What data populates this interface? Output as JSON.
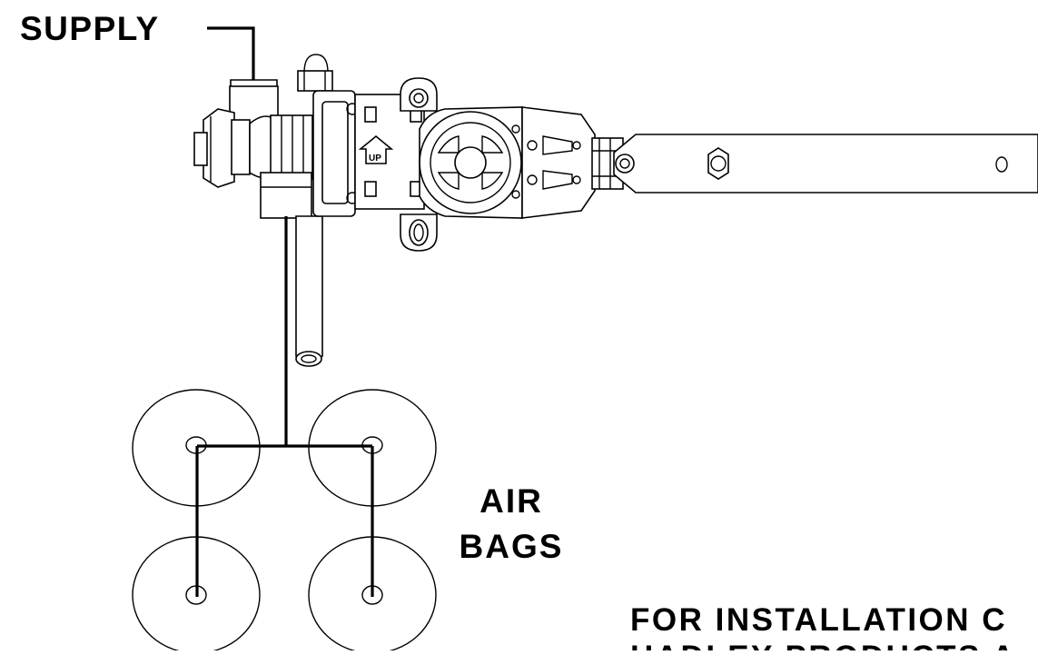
{
  "labels": {
    "supply": "SUPPLY",
    "air_bags_line1": "AIR",
    "air_bags_line2": "BAGS",
    "valve_up_mark": "UP",
    "footer_line1": "FOR INSTALLATION C",
    "footer_line2": "HADLEY PRODUCTS A"
  },
  "colors": {
    "ink": "#000000",
    "paper": "#ffffff"
  }
}
